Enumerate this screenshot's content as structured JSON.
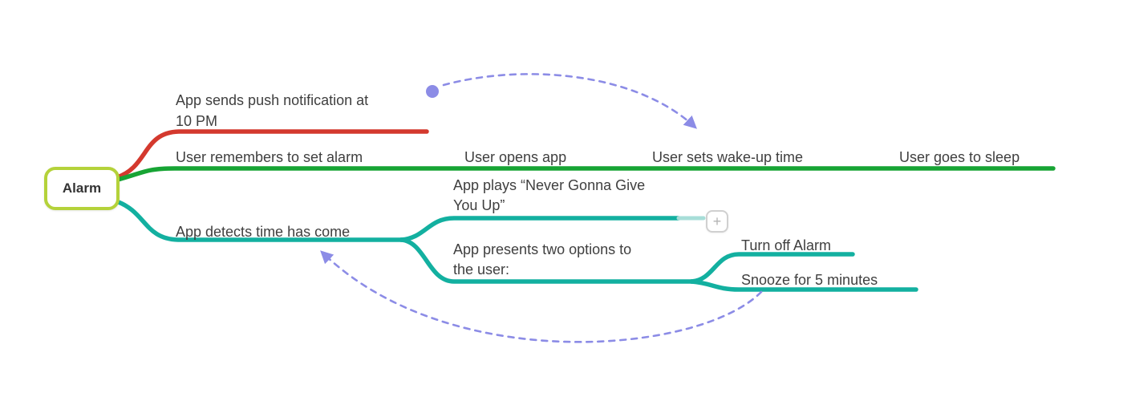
{
  "root": {
    "label": "Alarm"
  },
  "branches": {
    "notification": {
      "lines": [
        "App sends push notification at",
        "10 PM"
      ]
    },
    "set_alarm": {
      "steps": [
        {
          "label": "User remembers to set alarm"
        },
        {
          "label": "User opens app"
        },
        {
          "label": "User sets wake-up time"
        },
        {
          "label": "User goes to sleep"
        }
      ]
    },
    "detect": {
      "label": "App detects time has come",
      "children": {
        "plays": {
          "lines": [
            "App plays “Never Gonna Give",
            "You Up”"
          ]
        },
        "presents": {
          "lines": [
            "App presents two options to",
            "the user:"
          ],
          "options": [
            {
              "label": "Turn off Alarm"
            },
            {
              "label": "Snooze for 5 minutes"
            }
          ]
        }
      }
    }
  },
  "controls": {
    "collapse_glyph": "+"
  },
  "colors": {
    "text": "#3f3f3f",
    "root_border": "#b4d23a",
    "branch_notification": "#d4392e",
    "branch_set_alarm": "#17a434",
    "branch_detect": "#13b0a0",
    "branch_detect_faded": "#a7ded8",
    "relationship": "#8c8ce6",
    "collapse_border": "#d0d0d0",
    "collapse_glyph": "#b3b3b3"
  }
}
